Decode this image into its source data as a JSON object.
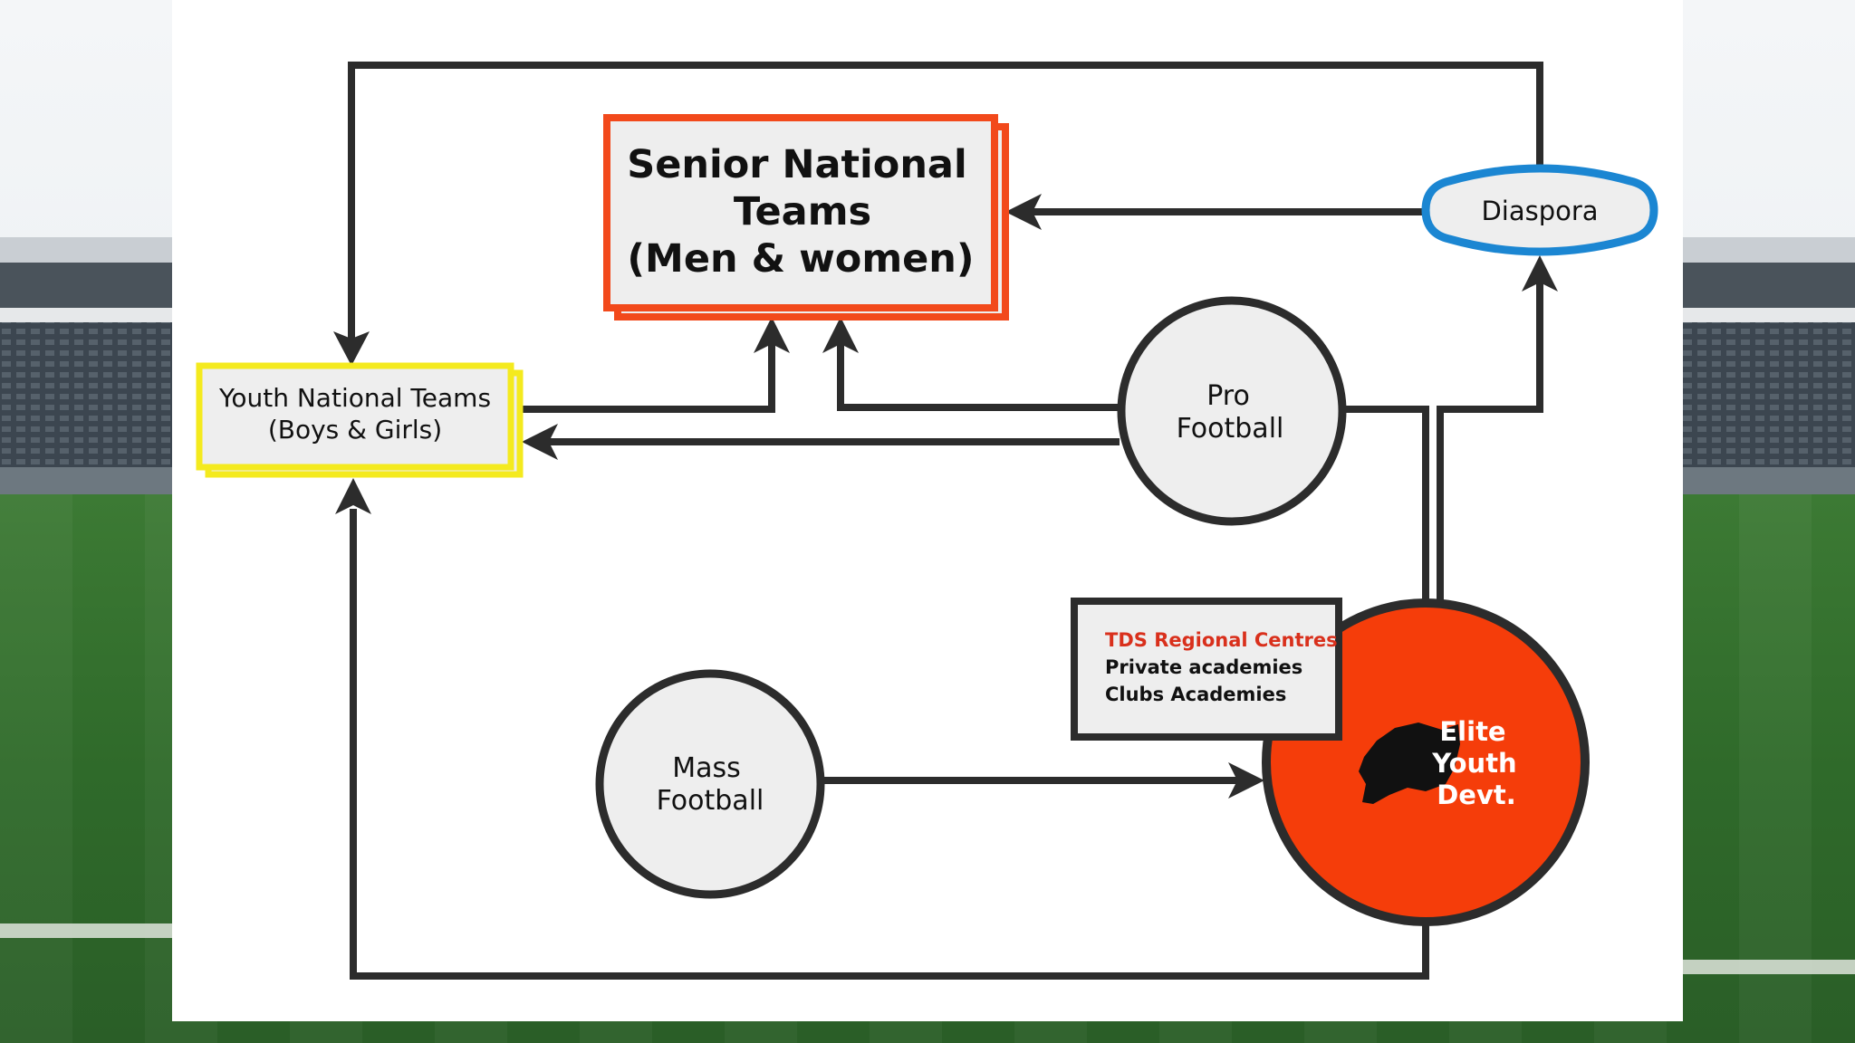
{
  "diagram": {
    "senior": {
      "lines": [
        "Senior National",
        "Teams",
        "(Men & women)"
      ]
    },
    "youth": {
      "lines": [
        "Youth National Teams",
        "(Boys & Girls)"
      ]
    },
    "diaspora": {
      "label": "Diaspora"
    },
    "pro": {
      "lines": [
        "Pro",
        "Football"
      ]
    },
    "mass": {
      "lines": [
        "Mass",
        "Football"
      ]
    },
    "elite": {
      "lines": [
        "Elite",
        "Youth",
        "Devt."
      ]
    },
    "pathways": {
      "items": [
        {
          "label": "TDS Regional Centres",
          "color": "#d9301c"
        },
        {
          "label": "Private academies",
          "color": "#111111"
        },
        {
          "label": "Clubs Academies",
          "color": "#111111"
        }
      ]
    }
  },
  "colors": {
    "senior_border": "#f2491b",
    "youth_border": "#f4ea1e",
    "diaspora_border": "#1b86d2",
    "elite_fill": "#f53d0a",
    "node_fill": "#eeeeee",
    "line": "#2c2c2c",
    "grass": "#2e6b2a"
  }
}
